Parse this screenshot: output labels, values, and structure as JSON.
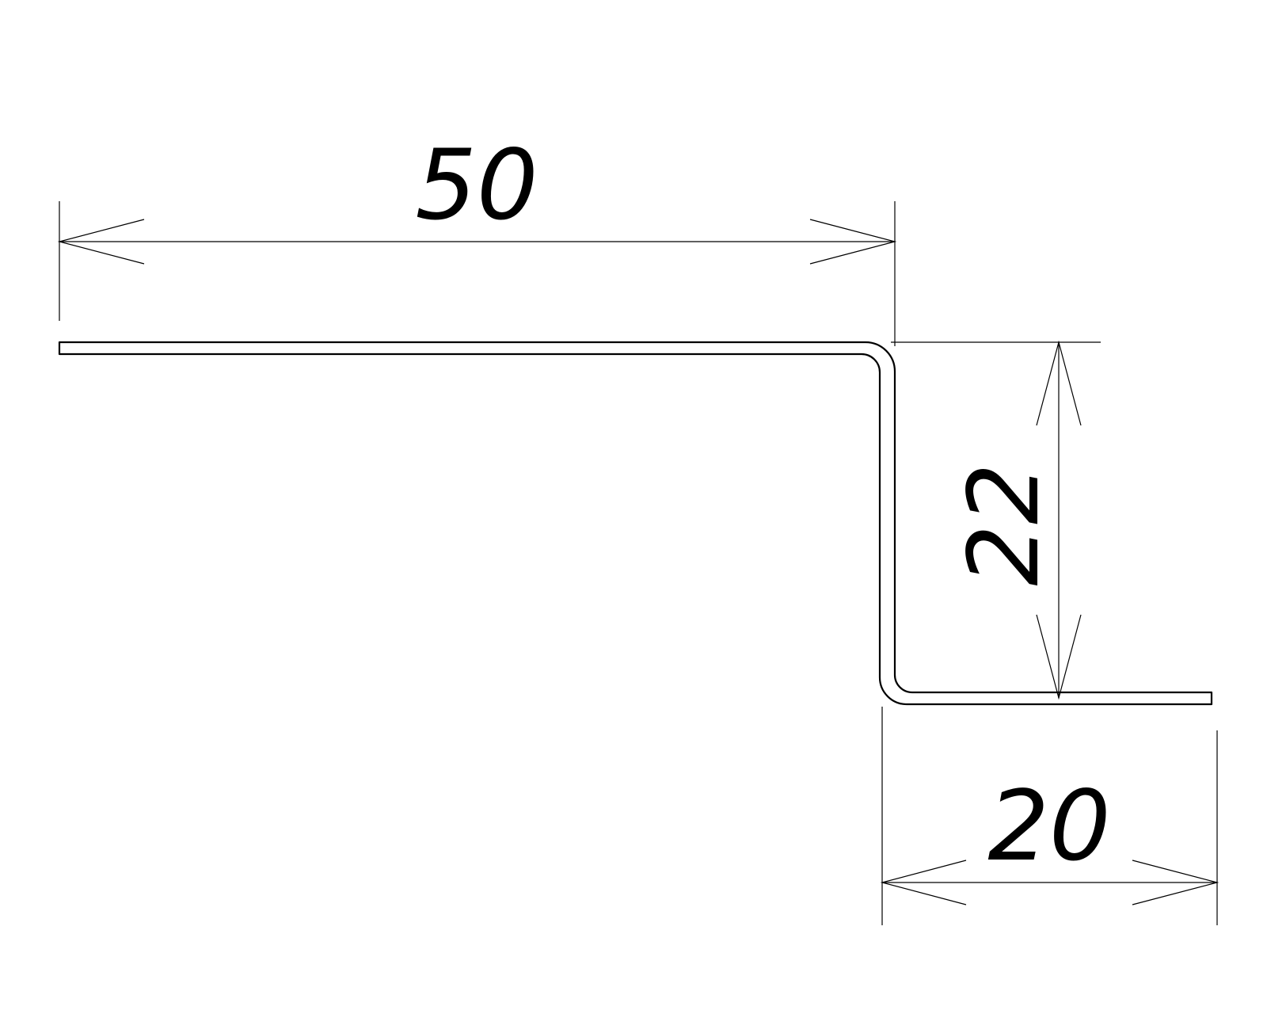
{
  "dimensions": {
    "top_width": "50",
    "height": "22",
    "bottom_width": "20"
  }
}
